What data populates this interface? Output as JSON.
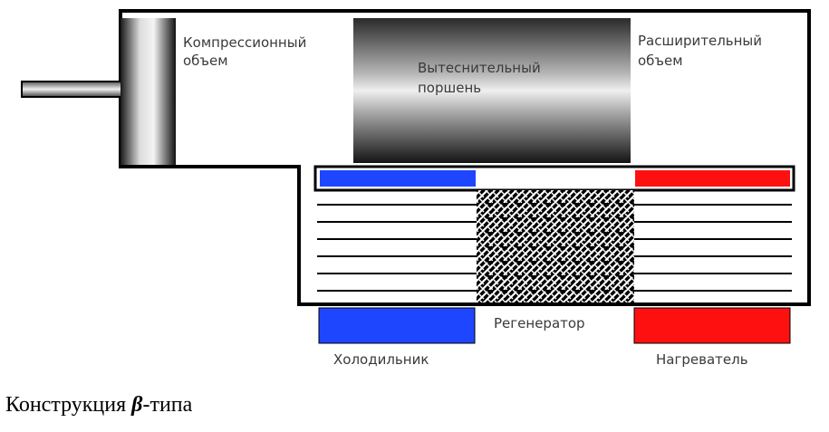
{
  "diagram": {
    "labels": {
      "compression_line1": "Компрессионный",
      "compression_line2": "объем",
      "displacer_line1": "Вытеснительный",
      "displacer_line2": "поршень",
      "expansion_line1": "Расширительный",
      "expansion_line2": "объем",
      "regenerator": "Регенератор",
      "cooler": "Холодильник",
      "heater": "Нагреватель"
    },
    "colors": {
      "cold": "#1e46ff",
      "hot": "#ff1010",
      "outline": "#000000"
    }
  },
  "caption": {
    "prefix": "Конструкция ",
    "symbol": "β",
    "suffix": "-типа"
  }
}
